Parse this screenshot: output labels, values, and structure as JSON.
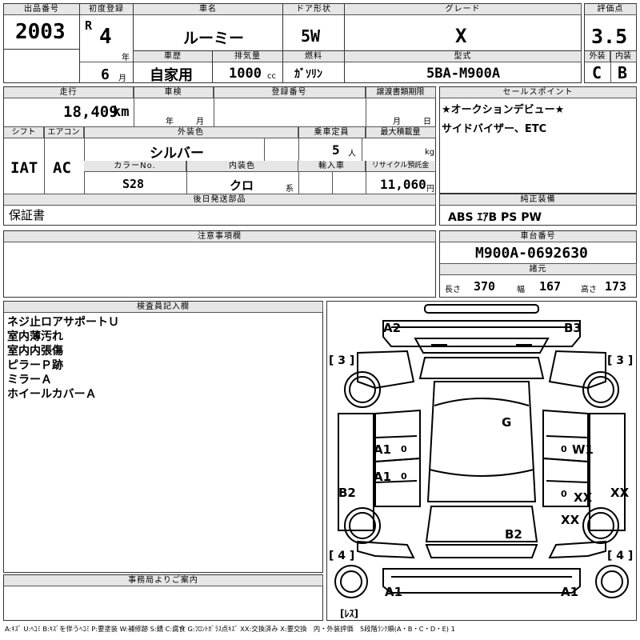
{
  "lot": {
    "label": "出品番号",
    "value": "2003"
  },
  "first_reg": {
    "label": "初度登録",
    "era": "R",
    "year": "4",
    "year_unit": "年",
    "month": "6",
    "month_unit": "月"
  },
  "car_name": {
    "label": "車名",
    "value": "ルーミー"
  },
  "door": {
    "label": "ドア形状",
    "value": "5W"
  },
  "grade": {
    "label": "グレード",
    "value": "X"
  },
  "score": {
    "label": "評価点",
    "value": "3.5",
    "ext_label": "外装",
    "int_label": "内装",
    "ext_value": "C",
    "int_value": "B"
  },
  "history": {
    "label": "車歴",
    "value": "自家用"
  },
  "displacement": {
    "label": "排気量",
    "value": "1000",
    "unit": "cc"
  },
  "fuel": {
    "label": "燃料",
    "value": "ｶﾞｿﾘﾝ"
  },
  "model_code": {
    "label": "型式",
    "value": "5BA-M900A"
  },
  "mileage": {
    "label": "走行",
    "value": "18,409",
    "unit": "km"
  },
  "inspection": {
    "label": "車検",
    "year_unit": "年",
    "month_unit": "月"
  },
  "registration": {
    "label": "登録番号"
  },
  "transfer": {
    "label": "譲渡書類期限",
    "month_unit": "月",
    "day_unit": "日"
  },
  "sales_point": {
    "label": "セールスポイント",
    "line1": "★オークションデビュー★",
    "line2": "サイドバイザー、ETC"
  },
  "shift": {
    "label": "シフト",
    "value": "IAT"
  },
  "aircon": {
    "label": "エアコン",
    "value": "AC"
  },
  "ext_color": {
    "label": "外装色",
    "value": "シルバー"
  },
  "capacity": {
    "label": "乗車定員",
    "value": "5",
    "unit": "人"
  },
  "max_load": {
    "label": "最大積載量",
    "unit": "kg"
  },
  "color_no": {
    "label": "カラーNo.",
    "value": "S28"
  },
  "int_color": {
    "label": "内装色",
    "value": "クロ",
    "unit": "系"
  },
  "import": {
    "label": "輸入車"
  },
  "recycle": {
    "label": "リサイクル預託金",
    "value": "11,060",
    "unit": "円"
  },
  "later_parts": {
    "label": "後日発送部品",
    "value": "保証書"
  },
  "equipment": {
    "label": "純正装備",
    "value": "ABS ｴｱB PS PW"
  },
  "caution": {
    "label": "注意事項欄"
  },
  "chassis": {
    "label": "車台番号",
    "value": "M900A-0692630"
  },
  "dims": {
    "label": "諸元",
    "length_label": "長さ",
    "length": "370",
    "width_label": "幅",
    "width": "167",
    "height_label": "高さ",
    "height": "173"
  },
  "inspector": {
    "label": "検査員記入欄",
    "lines": [
      "ネジ止ロアサポートＵ",
      "室内薄汚れ",
      "室内内張傷",
      "ピラーＰ跡",
      "ミラーＡ",
      "ホイールカバーＡ"
    ]
  },
  "office": {
    "label": "事務局よりご案内"
  },
  "diagram": {
    "marks": {
      "front_left": "A2",
      "front_right": "B3",
      "roof": "G",
      "left_front_door": "A1",
      "left_rear_door": "A1",
      "right_front_door": "W1",
      "right_rear_door": "XX",
      "left_quarter": "B2",
      "right_quarter": "XX",
      "rear_right": "XX",
      "trunk": "B2",
      "rear_bumper_left": "A1",
      "rear_bumper_right": "A1"
    },
    "tires": {
      "front_left": "[ 3 ]",
      "front_right": "[ 3 ]",
      "rear_left": "[ 4 ]",
      "rear_right": "[ 4 ]",
      "spare": "[ﾚｽ]"
    },
    "zeros": "0"
  },
  "legend": "A:ｷｽﾞ U:ﾍｺﾐ B:ｷｽﾞを伴うﾍｺﾐ P:要塗装 W:補修跡 S:錆 C:腐食 G:ﾌﾛﾝﾄｶﾞﾗｽ点ｷｽﾞ XX:交換済み X:要交換　内・外装評価　5段階ﾗﾝｸ順(A・B・C・D・E) 1"
}
